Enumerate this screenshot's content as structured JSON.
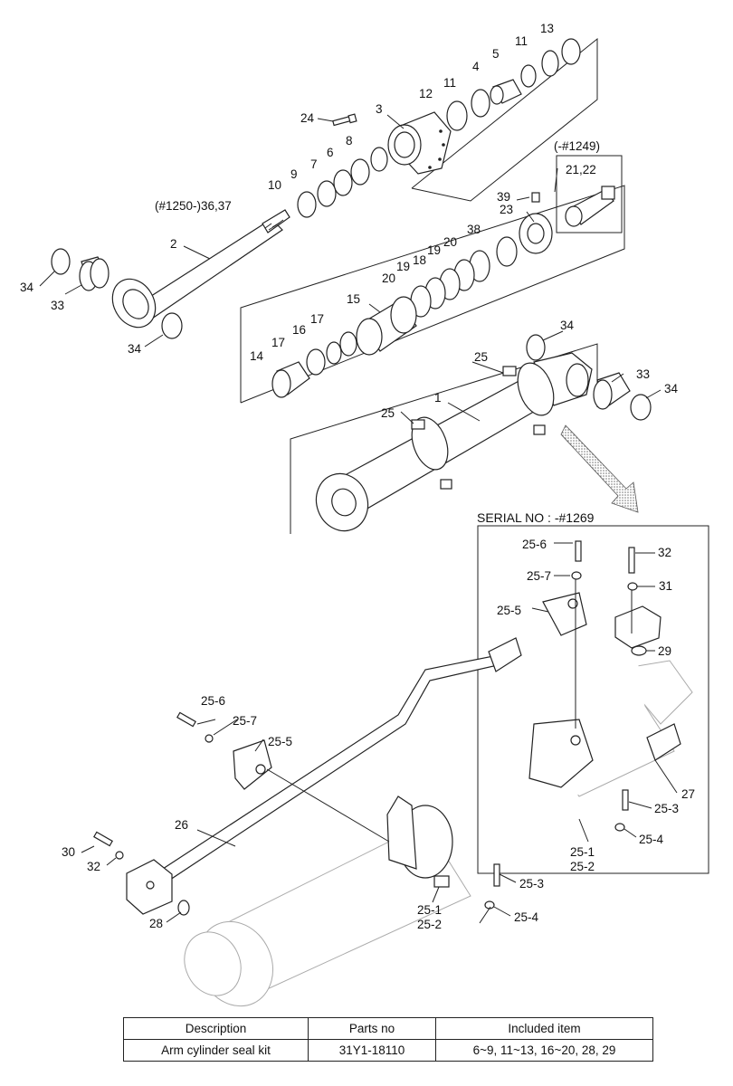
{
  "diagram": {
    "serial_label": "SERIAL NO : -#1269",
    "labels": {
      "p1": "1",
      "p2": "2",
      "p3": "3",
      "p4": "4",
      "p5": "5",
      "p6": "6",
      "p7": "7",
      "p8": "8",
      "p9": "9",
      "p10": "10",
      "p11a": "11",
      "p11b": "11",
      "p12": "12",
      "p13": "13",
      "p14": "14",
      "p15": "15",
      "p16": "16",
      "p17a": "17",
      "p17b": "17",
      "p18": "18",
      "p19a": "19",
      "p19b": "19",
      "p20a": "20",
      "p20b": "20",
      "p21_22": "21,22",
      "p23": "23",
      "p24": "24",
      "p25a": "25",
      "p25b": "25",
      "p26": "26",
      "p27": "27",
      "p28": "28",
      "p29": "29",
      "p30": "30",
      "p31": "31",
      "p32a": "32",
      "p32b": "32",
      "p33a": "33",
      "p33b": "33",
      "p34a": "34",
      "p34b": "34",
      "p34c": "34",
      "p34d": "34",
      "p38": "38",
      "p39": "39",
      "p25_1a": "25-1",
      "p25_2a": "25-2",
      "p25_1b": "25-1",
      "p25_2b": "25-2",
      "p25_3a": "25-3",
      "p25_3b": "25-3",
      "p25_4a": "25-4",
      "p25_4b": "25-4",
      "p25_5a": "25-5",
      "p25_5b": "25-5",
      "p25_6a": "25-6",
      "p25_6b": "25-6",
      "p25_7a": "25-7",
      "p25_7b": "25-7",
      "serial_1249": "(-#1249)",
      "serial_1250": "(#1250-)36,37"
    }
  },
  "kit_table": {
    "headers": [
      "Description",
      "Parts no",
      "Included item"
    ],
    "rows": [
      [
        "Arm cylinder seal kit",
        "31Y1-18110",
        "6~9, 11~13, 16~20, 28, 29"
      ]
    ]
  }
}
